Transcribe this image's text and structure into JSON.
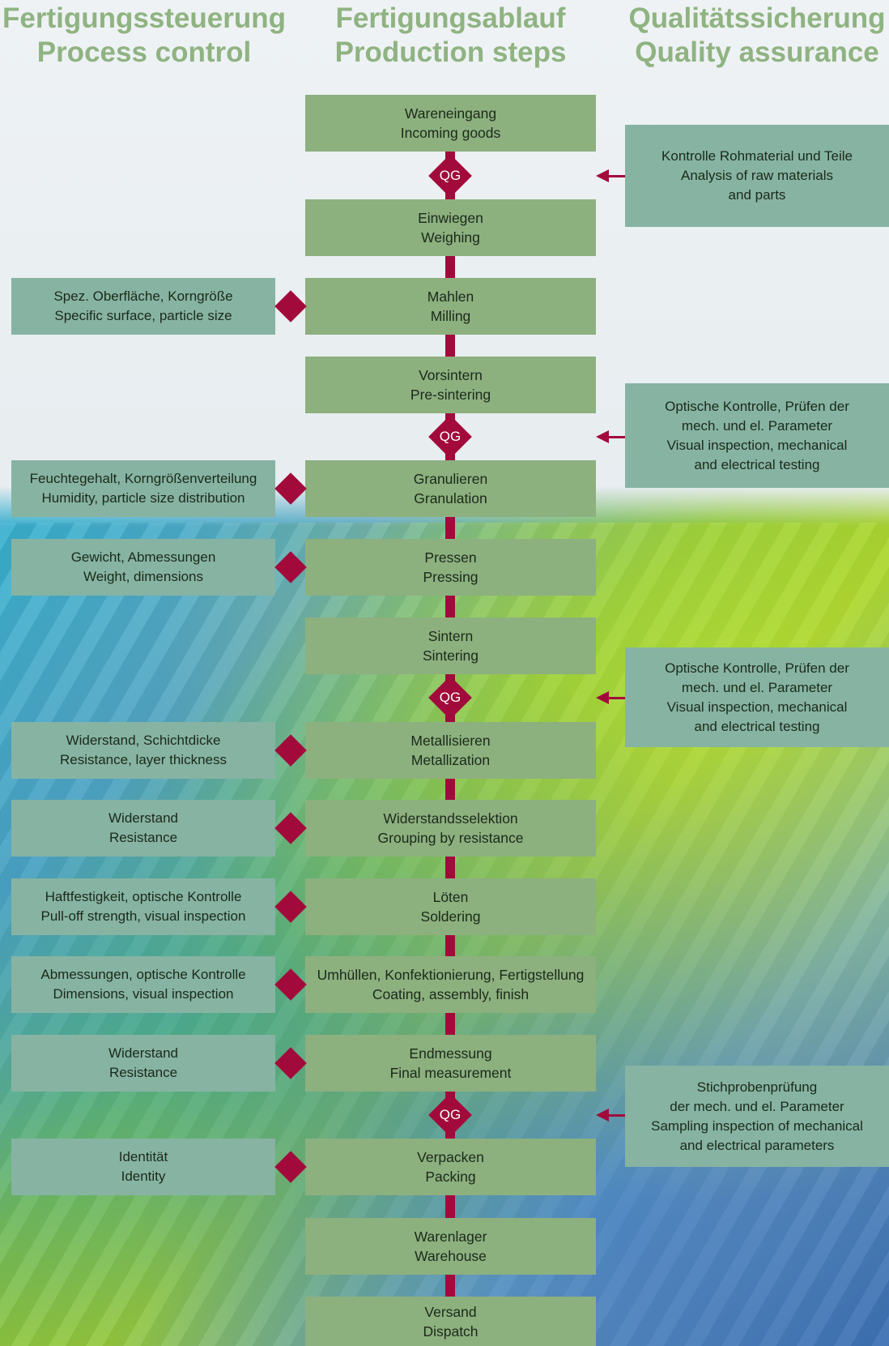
{
  "headers": {
    "process_control": {
      "de": "Fertigungssteuerung",
      "en": "Process control"
    },
    "production_steps": {
      "de": "Fertigungsablauf",
      "en": "Production steps"
    },
    "quality_assurance": {
      "de": "Qualitätssicherung",
      "en": "Quality assurance"
    }
  },
  "steps": [
    {
      "de": "Wareneingang",
      "en": "Incoming goods"
    },
    {
      "de": "Einwiegen",
      "en": "Weighing"
    },
    {
      "de": "Mahlen",
      "en": "Milling"
    },
    {
      "de": "Vorsintern",
      "en": "Pre-sintering"
    },
    {
      "de": "Granulieren",
      "en": "Granulation"
    },
    {
      "de": "Pressen",
      "en": "Pressing"
    },
    {
      "de": "Sintern",
      "en": "Sintering"
    },
    {
      "de": "Metallisieren",
      "en": "Metallization"
    },
    {
      "de": "Widerstandsselektion",
      "en": "Grouping by resistance"
    },
    {
      "de": "Löten",
      "en": "Soldering"
    },
    {
      "de": "Umhüllen, Konfektionierung, Fertigstellung",
      "en": "Coating, assembly, finish"
    },
    {
      "de": "Endmessung",
      "en": "Final measurement"
    },
    {
      "de": "Verpacken",
      "en": "Packing"
    },
    {
      "de": "Warenlager",
      "en": "Warehouse"
    },
    {
      "de": "Versand",
      "en": "Dispatch"
    }
  ],
  "process_control": [
    {
      "de": "Spez. Oberfläche, Korngröße",
      "en": "Specific surface, particle size"
    },
    {
      "de": "Feuchtegehalt, Korngrößenverteilung",
      "en": "Humidity, particle size distribution"
    },
    {
      "de": "Gewicht, Abmessungen",
      "en": "Weight, dimensions"
    },
    {
      "de": "Widerstand, Schichtdicke",
      "en": "Resistance, layer thickness"
    },
    {
      "de": "Widerstand",
      "en": "Resistance"
    },
    {
      "de": "Haftfestigkeit, optische Kontrolle",
      "en": "Pull-off strength, visual inspection"
    },
    {
      "de": "Abmessungen, optische Kontrolle",
      "en": "Dimensions, visual inspection"
    },
    {
      "de": "Widerstand",
      "en": "Resistance"
    },
    {
      "de": "Identität",
      "en": "Identity"
    }
  ],
  "quality_assurance": [
    {
      "l1": "Kontrolle Rohmaterial und Teile",
      "l2": "Analysis of raw materials",
      "l3": "and parts"
    },
    {
      "l1": "Optische Kontrolle, Prüfen der",
      "l2": "mech. und el. Parameter",
      "l3": "Visual inspection, mechanical",
      "l4": "and electrical testing"
    },
    {
      "l1": "Optische Kontrolle, Prüfen der",
      "l2": "mech. und el. Parameter",
      "l3": "Visual inspection, mechanical",
      "l4": "and electrical testing"
    },
    {
      "l1": "Stichprobenprüfung",
      "l2": "der mech. und el. Parameter",
      "l3": "Sampling inspection of mechanical",
      "l4": "and electrical parameters"
    }
  ],
  "qg_label": "QG",
  "colors": {
    "step": "#8db07f",
    "control_box": "#87b3a3",
    "marker": "#a20a3c",
    "header": "#8fb381"
  }
}
